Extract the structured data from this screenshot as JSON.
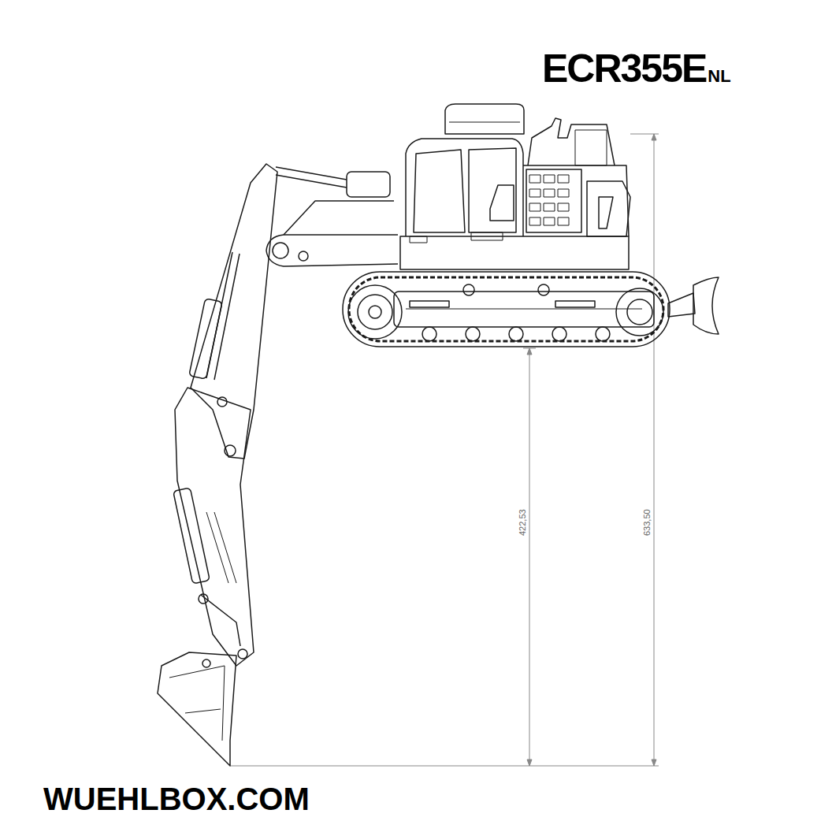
{
  "diagram": {
    "title": "ECR355E",
    "labels": [
      "NL",
      "422,53",
      "633,50",
      "WUEHLBOX.COM"
    ]
  }
}
